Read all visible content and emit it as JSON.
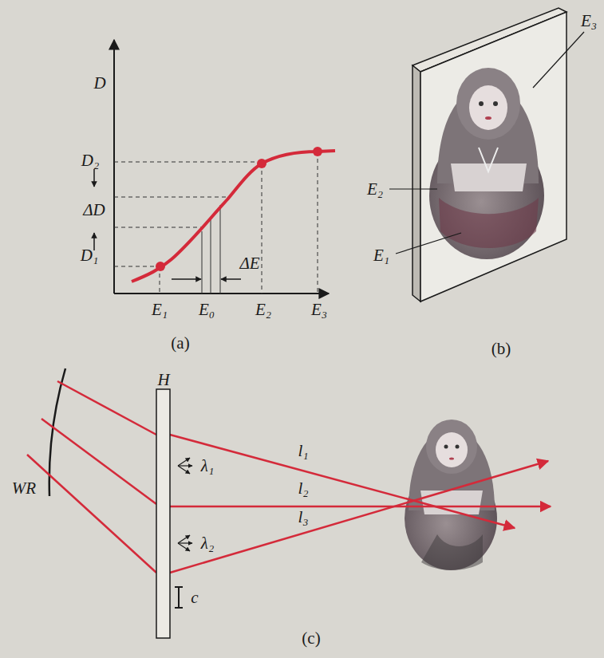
{
  "diagram": {
    "labels": [
      "D",
      "D₂",
      "ΔD",
      "D₁",
      "E₁",
      "E₀",
      "ΔE",
      "E₂",
      "E₃",
      "(a)",
      "E₃",
      "E₂",
      "E₁",
      "(b)",
      "H",
      "λ₁",
      "λ₂",
      "l₁",
      "l₂",
      "l₃",
      "c",
      "WR",
      "(c)"
    ]
  }
}
